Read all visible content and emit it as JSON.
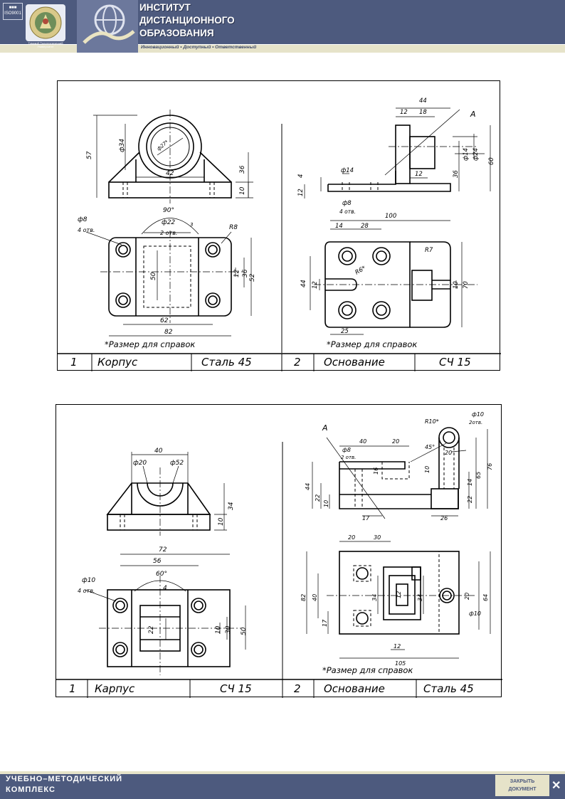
{
  "header": {
    "iso_badge": "ISO9001",
    "university": "Томский Политехнический Университет",
    "title_lines": [
      "ИНСТИТУТ",
      "ДИСТАНЦИОННОГО",
      "ОБРАЗОВАНИЯ"
    ],
    "subtitle": "Инновационный • Доступный • Ответственный"
  },
  "footer": {
    "line1": "УЧЕБНО–МЕТОДИЧЕСКИЙ",
    "line2": "КОМПЛЕКС",
    "close_line1": "ЗАКРЫТЬ",
    "close_line2": "ДОКУМЕНТ",
    "close_glyph": "✕"
  },
  "sheets": [
    {
      "left": {
        "num": "1",
        "name": "Корпус",
        "material": "Сталь 45",
        "note": "*Размер для справок"
      },
      "right": {
        "num": "2",
        "name": "Основание",
        "material": "СЧ 15",
        "note": "*Размер для справок"
      },
      "dims_left": [
        "57",
        "ф34",
        "ф27*",
        "42",
        "36",
        "10",
        "90°",
        "ф22",
        "ф8",
        "4 отв.",
        "2 отв.",
        "3",
        "R8",
        "50",
        "12",
        "36",
        "52",
        "62",
        "82"
      ],
      "dims_right": [
        "44",
        "12",
        "18",
        "A",
        "ф14",
        "ф24",
        "60",
        "36",
        "12",
        "4",
        "12",
        "ф14",
        "ф8",
        "4 отв.",
        "100",
        "14",
        "28",
        "R7",
        "R6*",
        "44",
        "12",
        "10",
        "70",
        "25"
      ]
    },
    {
      "left": {
        "num": "1",
        "name": "Карпус",
        "material": "СЧ 15"
      },
      "right": {
        "num": "2",
        "name": "Основание",
        "material": "Сталь 45",
        "note": "*Размер для справок"
      },
      "dims_left": [
        "40",
        "ф20",
        "ф52",
        "34",
        "10",
        "72",
        "56",
        "60°",
        "4",
        "ф10",
        "4 отв.",
        "22",
        "10",
        "30",
        "50"
      ],
      "dims_right": [
        "A",
        "R10*",
        "ф10",
        "2отв.",
        "40",
        "20",
        "45°",
        "ф8",
        "2 отв.",
        "16",
        "10",
        "20",
        "65",
        "76",
        "44",
        "22",
        "10",
        "17",
        "14",
        "22",
        "26",
        "20",
        "30",
        "82",
        "40",
        "17",
        "34",
        "12",
        "34",
        "20",
        "64",
        "ф10",
        "12",
        "105"
      ]
    }
  ]
}
